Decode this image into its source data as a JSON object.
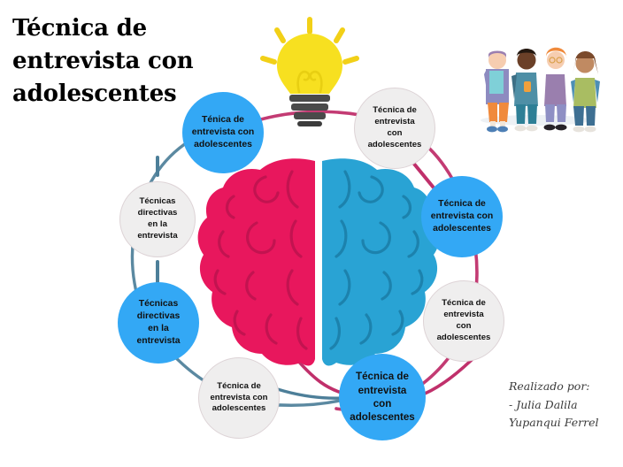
{
  "page": {
    "title_text": "Técnica de\nentrevista con\nadolescentes",
    "background_color": "#ffffff"
  },
  "signature": {
    "text": "Realizado por:\n- Julia Dalila\nYupanqui Ferrel"
  },
  "colors": {
    "blue_node": "#33a8f5",
    "gray_node": "#efeeee",
    "gray_node_border": "#ddd3d6",
    "brain_left": "#e8175d",
    "brain_right": "#29a3d4",
    "connector_blue": "#4d7f99",
    "connector_pink": "#c0306b",
    "bulb_yellow": "#f7e020",
    "bulb_base": "#4a4a4a",
    "title_color": "#000000"
  },
  "nodes": [
    {
      "id": "top-left",
      "label": "Ténica de\nentrevista con\nadolescentes",
      "style": "blue"
    },
    {
      "id": "top-right",
      "label": "Técnica de\nentrevista\ncon\nadolescentes",
      "style": "gray"
    },
    {
      "id": "mid-left",
      "label": "Técnicas\ndirectivas\nen la\nentrevista",
      "style": "gray"
    },
    {
      "id": "mid-right",
      "label": "Técnica de\nentrevista con\nadolescentes",
      "style": "blue"
    },
    {
      "id": "low-left",
      "label": "Técnicas\ndirectivas\nen la\nentrevista",
      "style": "blue"
    },
    {
      "id": "low-right",
      "label": "Técnica de\nentrevista\ncon\nadolescentes",
      "style": "gray"
    },
    {
      "id": "bottom-left",
      "label": "Técnica de\nentrevista con\nadolescentes",
      "style": "gray"
    },
    {
      "id": "bottom-right",
      "label": "Técnica de\nentrevista\ncon\nadolescentes",
      "style": "blue"
    }
  ],
  "icons": {
    "lightbulb": "lightbulb-icon",
    "brain": "brain-illustration",
    "students": "students-illustration"
  }
}
